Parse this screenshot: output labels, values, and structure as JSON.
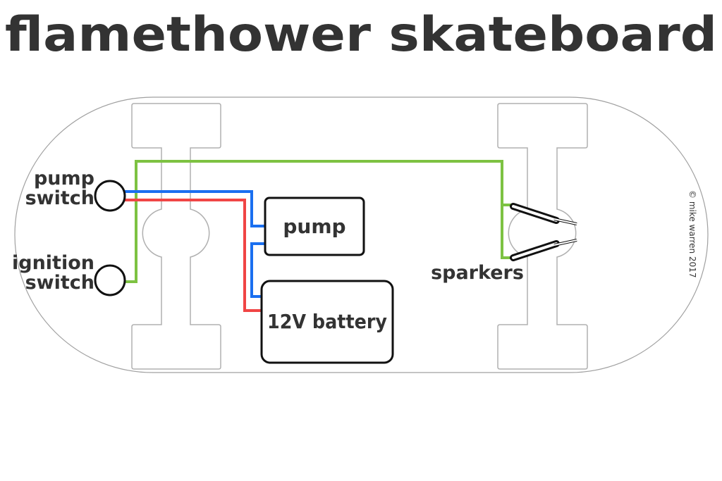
{
  "title": "flamethower skateboard",
  "colors": {
    "text": "#333333",
    "outline": "#a0a0a0",
    "wire_green": "#7dc242",
    "wire_blue": "#1a6ff0",
    "wire_red": "#f04545",
    "component_stroke": "#111111"
  },
  "components": {
    "pump_switch_label_line1": "pump",
    "pump_switch_label_line2": "switch",
    "ignition_switch_label_line1": "ignition",
    "ignition_switch_label_line2": "switch",
    "pump_label": "pump",
    "battery_label": "12V battery",
    "sparkers_label": "sparkers"
  },
  "wires": [
    {
      "color": "green",
      "from": "ignition switch",
      "to": "sparkers"
    },
    {
      "color": "blue",
      "from": "pump switch",
      "to": "pump"
    },
    {
      "color": "blue",
      "from": "pump",
      "to": "12V battery"
    },
    {
      "color": "red",
      "from": "pump switch",
      "to": "12V battery"
    }
  ],
  "copyright": "© mike warren 2017"
}
